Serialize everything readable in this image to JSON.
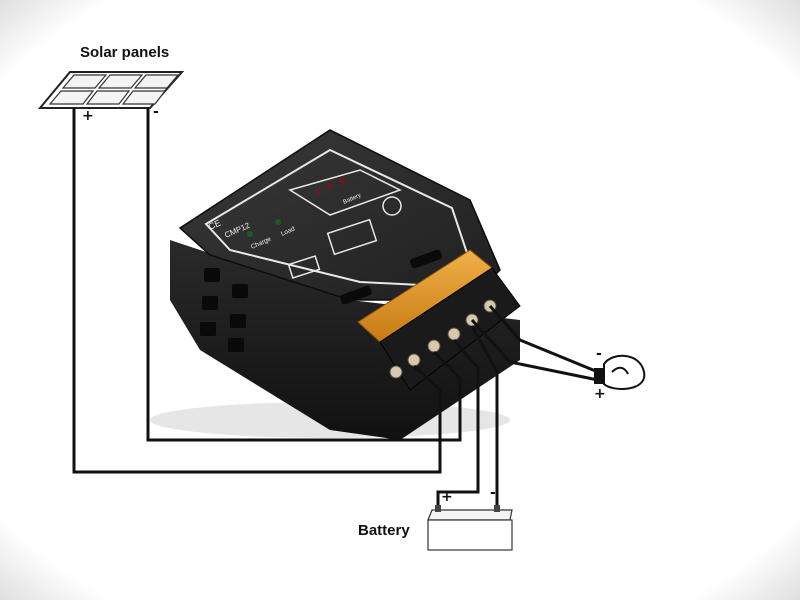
{
  "labels": {
    "solar_panels": "Solar panels",
    "battery": "Battery"
  },
  "signs": {
    "solar_plus": "+",
    "solar_minus": "-",
    "battery_plus": "+",
    "battery_minus": "-",
    "lamp_minus": "-",
    "lamp_plus": "+"
  },
  "controller": {
    "brand_mark": "CE",
    "model": "CMP12",
    "indicator_charge": "Charge",
    "indicator_load": "Load",
    "battery_panel_label": "Battery"
  },
  "colors": {
    "controller_body": "#2b2b2b",
    "terminal_cover": "#e39a2b",
    "wire": "#111111",
    "frame_shadow": "#d9d9d9"
  }
}
